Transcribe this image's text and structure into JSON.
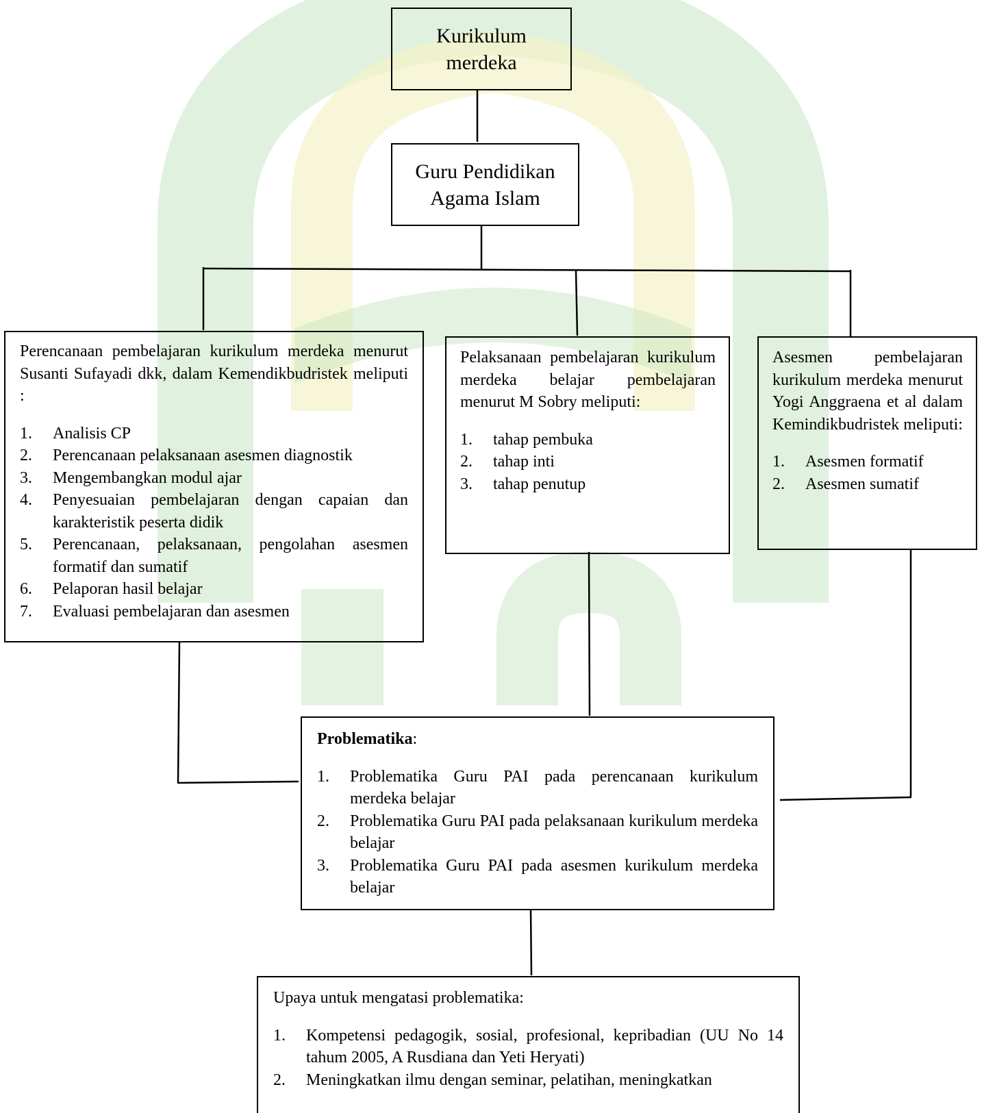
{
  "colors": {
    "watermark_green": "#c9e6c4",
    "watermark_yellow": "#f4f2c7",
    "line": "#000000"
  },
  "nodes": {
    "root": {
      "lines": [
        "Kurikulum",
        "merdeka"
      ]
    },
    "teacher": {
      "lines": [
        "Guru Pendidikan",
        "Agama Islam"
      ]
    },
    "perencanaan": {
      "intro": "Perencanaan pembelajaran kurikulum merdeka menurut Susanti Sufayadi dkk, dalam Kemendikbudristek meliputi :",
      "items": [
        {
          "n": "1.",
          "text": "Analisis CP"
        },
        {
          "n": "2.",
          "text": "Perencanaan pelaksanaan asesmen diagnostik"
        },
        {
          "n": "3.",
          "text": "Mengembangkan modul ajar"
        },
        {
          "n": "4.",
          "text": "Penyesuaian pembelajaran dengan capaian dan karakteristik peserta didik"
        },
        {
          "n": "5.",
          "text": "Perencanaan, pelaksanaan, pengolahan asesmen formatif dan sumatif"
        },
        {
          "n": "6.",
          "text": "Pelaporan hasil belajar"
        },
        {
          "n": "7.",
          "text": "Evaluasi pembelajaran dan asesmen"
        }
      ]
    },
    "pelaksanaan": {
      "intro": "Pelaksanaan pembelajaran kurikulum merdeka belajar pembelajaran menurut M Sobry meliputi:",
      "items": [
        {
          "n": "1.",
          "text": "tahap pembuka"
        },
        {
          "n": "2.",
          "text": "tahap inti"
        },
        {
          "n": "3.",
          "text": "tahap  penutup"
        }
      ]
    },
    "asesmen": {
      "intro": "Asesmen pembelajaran kurikulum merdeka menurut Yogi Anggraena et al dalam Kemindikbudristek meliputi:",
      "items": [
        {
          "n": "1.",
          "text": "Asesmen formatif"
        },
        {
          "n": "2.",
          "text": "Asesmen sumatif"
        }
      ]
    },
    "problematika": {
      "heading": "Problematika",
      "colon": ":",
      "items": [
        {
          "n": "1.",
          "text": "Problematika Guru PAI pada perencanaan kurikulum merdeka belajar"
        },
        {
          "n": "2.",
          "text": "Problematika Guru PAI pada pelaksanaan kurikulum merdeka belajar"
        },
        {
          "n": "3.",
          "text": "Problematika Guru PAI pada asesmen kurikulum merdeka belajar"
        }
      ]
    },
    "upaya": {
      "intro": "Upaya untuk mengatasi problematika:",
      "items": [
        {
          "n": "1.",
          "text": "Kompetensi pedagogik, sosial, profesional, kepribadian (UU No 14 tahum 2005, A Rusdiana dan Yeti Heryati)"
        },
        {
          "n": "2.",
          "text": "Meningkatkan ilmu dengan seminar, pelatihan, meningkatkan"
        }
      ]
    }
  }
}
